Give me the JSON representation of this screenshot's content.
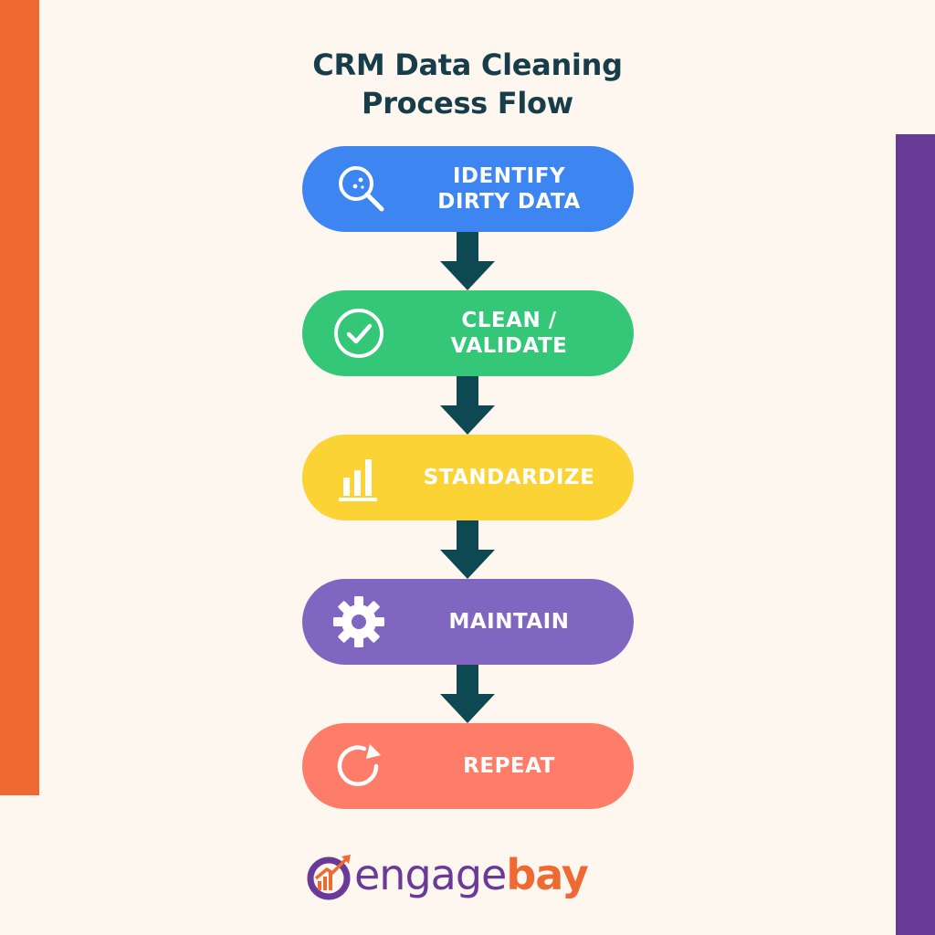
{
  "title": {
    "line1": "CRM Data Cleaning",
    "line2": "Process Flow"
  },
  "steps": [
    {
      "icon": "magnifier-icon",
      "lines": [
        "IDENTIFY",
        "DIRTY DATA"
      ],
      "color": "#3d85f0"
    },
    {
      "icon": "check-circle-icon",
      "lines": [
        "CLEAN /",
        "VALIDATE"
      ],
      "color": "#33c777"
    },
    {
      "icon": "bar-chart-icon",
      "lines": [
        "STANDARDIZE"
      ],
      "color": "#fbd334"
    },
    {
      "icon": "gear-icon",
      "lines": [
        "MAINTAIN"
      ],
      "color": "#8065c1"
    },
    {
      "icon": "refresh-icon",
      "lines": [
        "REPEAT"
      ],
      "color": "#fd7d68"
    }
  ],
  "arrow_color": "#0e4852",
  "accents": {
    "left_bar": "#ef6a33",
    "right_bar": "#673a95",
    "background": "#fdf7f0"
  },
  "brand": {
    "part1": "engage",
    "part2": "bay"
  }
}
